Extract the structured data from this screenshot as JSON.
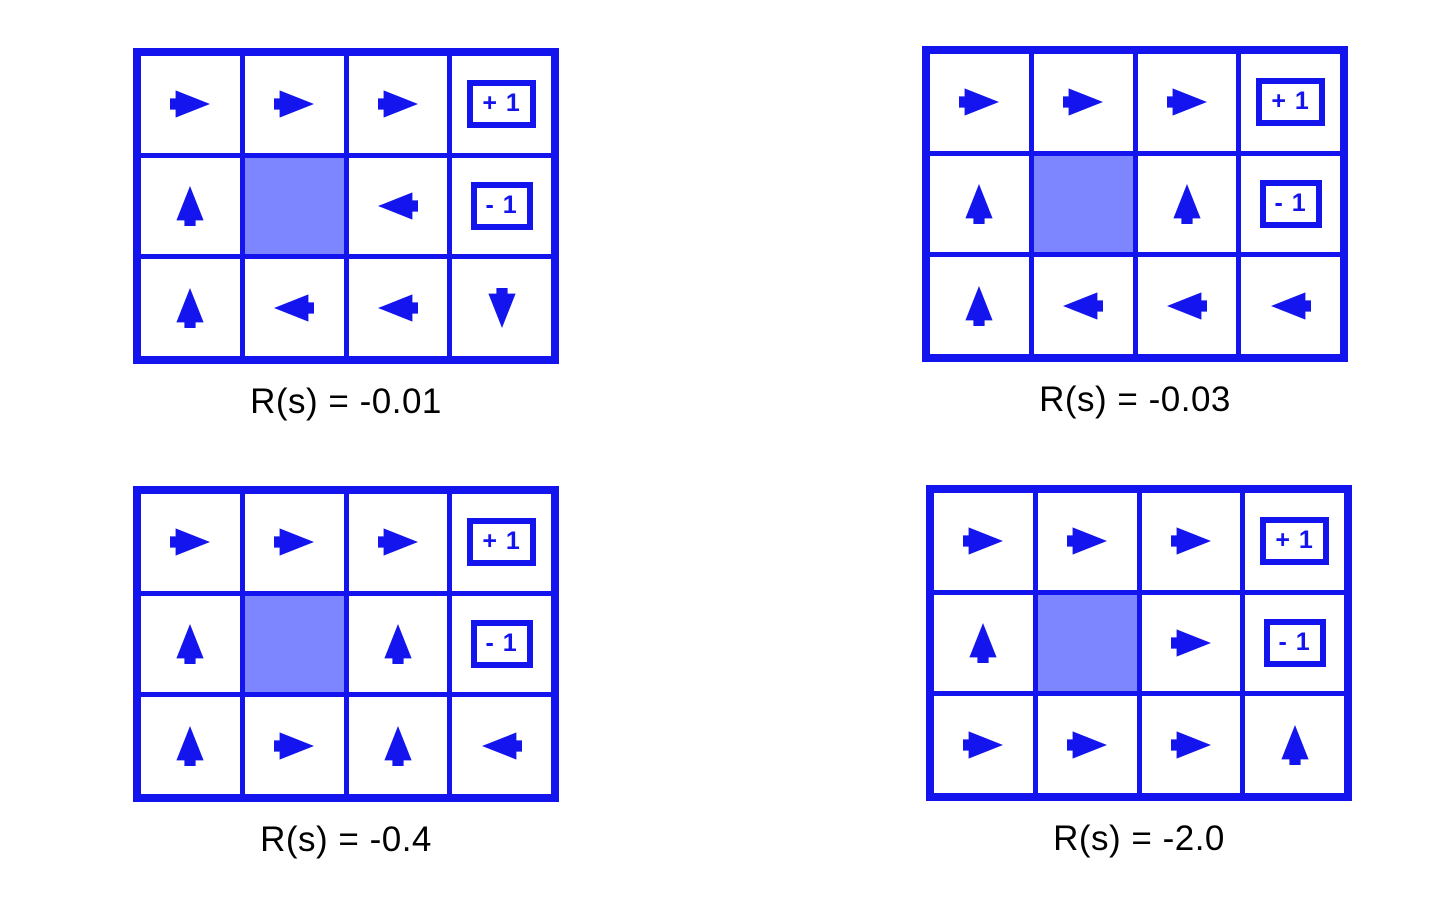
{
  "figure": {
    "title": "Gridworld optimal policies for varying living reward",
    "colors": {
      "arrow_blue": "#1414ee",
      "grid_line_blue": "#1414ee",
      "wall_fill": "#7d85ff",
      "cell_background": "#ffffff",
      "caption_text": "#000000",
      "page_background": "#ffffff"
    },
    "grid_shape": {
      "rows": 3,
      "cols": 4
    },
    "icon_names": {
      "right": "arrow-right-icon",
      "left": "arrow-left-icon",
      "up": "arrow-up-icon",
      "down": "arrow-down-icon",
      "wall": "wall-cell",
      "terminal": "terminal-badge"
    }
  },
  "panels": [
    {
      "id": "panel-r-0-01",
      "caption": "R(s) = -0.01",
      "reward": -0.01,
      "cells": [
        [
          {
            "type": "arrow",
            "dir": "right",
            "icon": "arrow-right-icon"
          },
          {
            "type": "arrow",
            "dir": "right",
            "icon": "arrow-right-icon"
          },
          {
            "type": "arrow",
            "dir": "right",
            "icon": "arrow-right-icon"
          },
          {
            "type": "terminal",
            "label": "+ 1",
            "icon": "terminal-badge"
          }
        ],
        [
          {
            "type": "arrow",
            "dir": "up",
            "icon": "arrow-up-icon"
          },
          {
            "type": "wall",
            "label": "",
            "icon": "wall-cell"
          },
          {
            "type": "arrow",
            "dir": "left",
            "icon": "arrow-left-icon"
          },
          {
            "type": "terminal",
            "label": "- 1",
            "icon": "terminal-badge"
          }
        ],
        [
          {
            "type": "arrow",
            "dir": "up",
            "icon": "arrow-up-icon"
          },
          {
            "type": "arrow",
            "dir": "left",
            "icon": "arrow-left-icon"
          },
          {
            "type": "arrow",
            "dir": "left",
            "icon": "arrow-left-icon"
          },
          {
            "type": "arrow",
            "dir": "down",
            "icon": "arrow-down-icon"
          }
        ]
      ]
    },
    {
      "id": "panel-r-0-03",
      "caption": "R(s) = -0.03",
      "reward": -0.03,
      "cells": [
        [
          {
            "type": "arrow",
            "dir": "right",
            "icon": "arrow-right-icon"
          },
          {
            "type": "arrow",
            "dir": "right",
            "icon": "arrow-right-icon"
          },
          {
            "type": "arrow",
            "dir": "right",
            "icon": "arrow-right-icon"
          },
          {
            "type": "terminal",
            "label": "+ 1",
            "icon": "terminal-badge"
          }
        ],
        [
          {
            "type": "arrow",
            "dir": "up",
            "icon": "arrow-up-icon"
          },
          {
            "type": "wall",
            "label": "",
            "icon": "wall-cell"
          },
          {
            "type": "arrow",
            "dir": "up",
            "icon": "arrow-up-icon"
          },
          {
            "type": "terminal",
            "label": "- 1",
            "icon": "terminal-badge"
          }
        ],
        [
          {
            "type": "arrow",
            "dir": "up",
            "icon": "arrow-up-icon"
          },
          {
            "type": "arrow",
            "dir": "left",
            "icon": "arrow-left-icon"
          },
          {
            "type": "arrow",
            "dir": "left",
            "icon": "arrow-left-icon"
          },
          {
            "type": "arrow",
            "dir": "left",
            "icon": "arrow-left-icon"
          }
        ]
      ]
    },
    {
      "id": "panel-r-0-4",
      "caption": "R(s) = -0.4",
      "reward": -0.4,
      "cells": [
        [
          {
            "type": "arrow",
            "dir": "right",
            "icon": "arrow-right-icon"
          },
          {
            "type": "arrow",
            "dir": "right",
            "icon": "arrow-right-icon"
          },
          {
            "type": "arrow",
            "dir": "right",
            "icon": "arrow-right-icon"
          },
          {
            "type": "terminal",
            "label": "+ 1",
            "icon": "terminal-badge"
          }
        ],
        [
          {
            "type": "arrow",
            "dir": "up",
            "icon": "arrow-up-icon"
          },
          {
            "type": "wall",
            "label": "",
            "icon": "wall-cell"
          },
          {
            "type": "arrow",
            "dir": "up",
            "icon": "arrow-up-icon"
          },
          {
            "type": "terminal",
            "label": "- 1",
            "icon": "terminal-badge"
          }
        ],
        [
          {
            "type": "arrow",
            "dir": "up",
            "icon": "arrow-up-icon"
          },
          {
            "type": "arrow",
            "dir": "right",
            "icon": "arrow-right-icon"
          },
          {
            "type": "arrow",
            "dir": "up",
            "icon": "arrow-up-icon"
          },
          {
            "type": "arrow",
            "dir": "left",
            "icon": "arrow-left-icon"
          }
        ]
      ]
    },
    {
      "id": "panel-r-2-0",
      "caption": "R(s) = -2.0",
      "reward": -2.0,
      "cells": [
        [
          {
            "type": "arrow",
            "dir": "right",
            "icon": "arrow-right-icon"
          },
          {
            "type": "arrow",
            "dir": "right",
            "icon": "arrow-right-icon"
          },
          {
            "type": "arrow",
            "dir": "right",
            "icon": "arrow-right-icon"
          },
          {
            "type": "terminal",
            "label": "+ 1",
            "icon": "terminal-badge"
          }
        ],
        [
          {
            "type": "arrow",
            "dir": "up",
            "icon": "arrow-up-icon"
          },
          {
            "type": "wall",
            "label": "",
            "icon": "wall-cell"
          },
          {
            "type": "arrow",
            "dir": "right",
            "icon": "arrow-right-icon"
          },
          {
            "type": "terminal",
            "label": "- 1",
            "icon": "terminal-badge"
          }
        ],
        [
          {
            "type": "arrow",
            "dir": "right",
            "icon": "arrow-right-icon"
          },
          {
            "type": "arrow",
            "dir": "right",
            "icon": "arrow-right-icon"
          },
          {
            "type": "arrow",
            "dir": "right",
            "icon": "arrow-right-icon"
          },
          {
            "type": "arrow",
            "dir": "up",
            "icon": "arrow-up-icon"
          }
        ]
      ]
    }
  ]
}
